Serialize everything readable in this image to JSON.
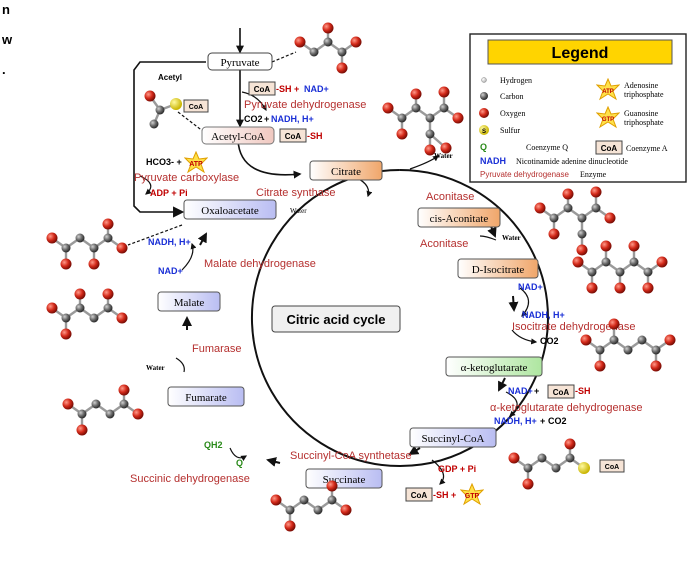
{
  "corner_text": [
    "n",
    "w",
    "."
  ],
  "title": "Citric acid cycle",
  "legend": {
    "title": "Legend",
    "hydrogen": "Hydrogen",
    "carbon": "Carbon",
    "oxygen": "Oxygen",
    "sulfur": "Sulfur",
    "atp_symbol": "ATP",
    "atp_line1": "Adenosine",
    "atp_line2": "triphosphate",
    "gtp_symbol": "GTP",
    "gtp_line1": "Guanosine",
    "gtp_line2": "triphosphate",
    "q_symbol": "Q",
    "q_label": "Coenzyme Q",
    "coa_symbol": "CoA",
    "coa_label": "Coenzyme A",
    "nadh_symbol": "NADH",
    "nadh_label": "Nicotinamide adenine dinucleotide",
    "enzyme_example": "Pyruvate dehydrogenase",
    "enzyme_label": "Enzyme"
  },
  "metabolites": {
    "pyruvate": "Pyruvate",
    "acetyl_coa": "Acetyl-CoA",
    "citrate": "Citrate",
    "cis_aconitate": "cis-Aconitate",
    "d_isocitrate": "D-Isocitrate",
    "alpha_kg": "α-ketoglutarate",
    "succinyl_coa": "Succinyl-CoA",
    "succinate": "Succinate",
    "fumarate": "Fumarate",
    "malate": "Malate",
    "oxaloacetate": "Oxaloacetate"
  },
  "enzymes": {
    "pyruvate_dh": "Pyruvate dehydrogenase",
    "pyruvate_carboxylase": "Pyruvate carboxylase",
    "citrate_synthase": "Citrate synthase",
    "aconitase_1": "Aconitase",
    "aconitase_2": "Aconitase",
    "isocitrate_dh": "Isocitrate dehydrogenase",
    "akg_dh": "α-ketoglutarate dehydrogenase",
    "succinyl_coa_synthetase": "Succinyl-CoA synthetase",
    "succinic_dh": "Succinic dehydrogenase",
    "fumarase": "Fumarase",
    "malate_dh": "Malate dehydrogenase"
  },
  "cofactors": {
    "acetyl": "Acetyl",
    "coa": "CoA",
    "sh": "-SH",
    "sh_plus": "-SH +",
    "nad_plus": "NAD+",
    "co2": "CO2",
    "nadh_h": "NADH, H+",
    "plus": "+",
    "hco3": "HCO3- +",
    "atp": "ATP",
    "adp_pi": "ADP + Pi",
    "water": "Water",
    "gdp_pi": "GDP + Pi",
    "gtp": "GTP",
    "qh2": "QH2",
    "q": "Q",
    "s": "S"
  }
}
